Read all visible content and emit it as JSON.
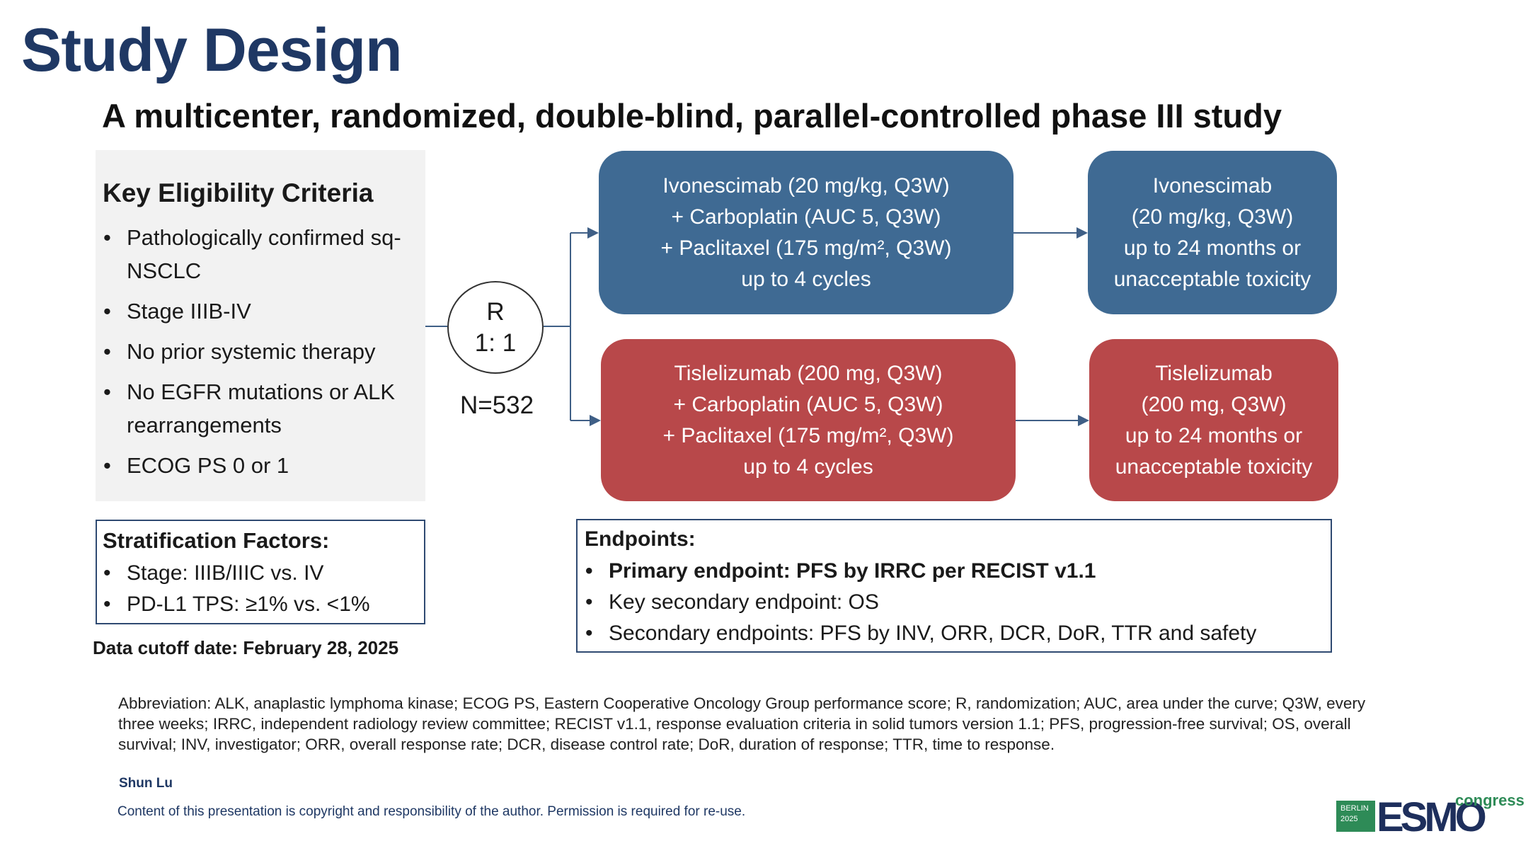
{
  "slide": {
    "title": "Study Design",
    "subtitle": "A multicenter, randomized, double-blind, parallel-controlled phase III study"
  },
  "eligibility": {
    "title": "Key Eligibility Criteria",
    "items": [
      "Pathologically confirmed sq-NSCLC",
      "Stage IIIB-IV",
      "No prior systemic therapy",
      "No EGFR mutations or ALK rearrangements",
      "ECOG PS 0 or 1"
    ]
  },
  "randomization": {
    "letter": "R",
    "ratio": "1: 1",
    "n": "N=532"
  },
  "arms": [
    {
      "color": "#3f6a93",
      "induction": [
        "Ivonescimab (20 mg/kg, Q3W)",
        "+ Carboplatin (AUC 5, Q3W)",
        "+ Paclitaxel (175 mg/m², Q3W)",
        "up to 4 cycles"
      ],
      "maintenance": [
        "Ivonescimab",
        "(20 mg/kg, Q3W)",
        "up to 24 months or",
        "unacceptable toxicity"
      ]
    },
    {
      "color": "#b8484a",
      "induction": [
        "Tislelizumab (200 mg, Q3W)",
        "+ Carboplatin (AUC 5, Q3W)",
        "+ Paclitaxel (175 mg/m², Q3W)",
        "up to 4 cycles"
      ],
      "maintenance": [
        "Tislelizumab",
        "(200 mg, Q3W)",
        "up to 24 months or",
        "unacceptable toxicity"
      ]
    }
  ],
  "stratification": {
    "title": "Stratification Factors:",
    "items": [
      "Stage: IIIB/IIIC vs. IV",
      "PD-L1 TPS: ≥1% vs. <1%"
    ]
  },
  "cutoff": "Data cutoff date: February 28, 2025",
  "endpoints": {
    "title": "Endpoints:",
    "items": [
      "Primary endpoint: PFS by IRRC per RECIST v1.1",
      "Key secondary endpoint: OS",
      "Secondary endpoints: PFS by INV, ORR, DCR, DoR, TTR and safety"
    ]
  },
  "footer": {
    "abbreviation": "Abbreviation:  ALK, anaplastic lymphoma kinase; ECOG PS, Eastern Cooperative Oncology Group performance score; R, randomization; AUC, area under the curve; Q3W, every three weeks; IRRC, independent radiology review committee; RECIST v1.1, response evaluation criteria in solid tumors version 1.1; PFS, progression-free survival; OS, overall survival; INV, investigator; ORR, overall response rate; DCR, disease control rate; DoR, duration of response; TTR, time to response.",
    "author": "Shun Lu",
    "copyright": "Content of this presentation is copyright and responsibility of the author. Permission is required for re-use."
  },
  "logo": {
    "city": "BERLIN",
    "year": "2025",
    "word": "ESMO",
    "suffix": "congress",
    "colors": {
      "green": "#2e8b57",
      "navy": "#1e2f5c"
    }
  }
}
